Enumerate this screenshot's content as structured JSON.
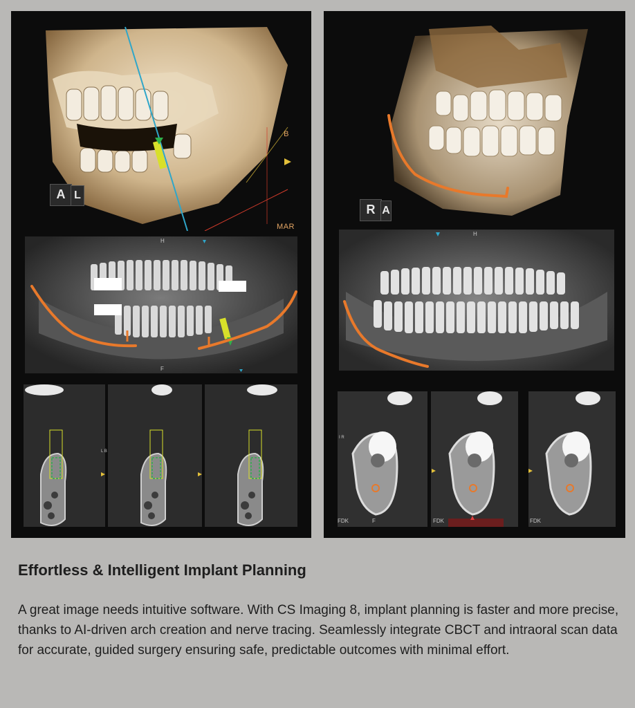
{
  "left_panel": {
    "render_3d": {
      "axis_label": "B",
      "cube_front": "A",
      "cube_side": "L",
      "mode_label": "MAR"
    },
    "panoramic": {
      "top_label": "H",
      "bottom_label": "F"
    },
    "cross_sections": {
      "side_label": "L B"
    }
  },
  "right_panel": {
    "render_3d": {
      "cube_front": "R",
      "cube_side": "A"
    },
    "panoramic": {
      "top_label": "H"
    },
    "cross_sections": {
      "side_label": "I R",
      "slice_labels": [
        "FDK",
        "FDK",
        "FDK"
      ],
      "bottom_label": "F"
    }
  },
  "content": {
    "heading": "Effortless & Intelligent Implant Planning",
    "body": "A great image needs intuitive software. With CS Imaging 8, implant planning is faster and more precise, thanks to AI-driven arch creation and nerve tracing. Seamlessly integrate CBCT and intraoral scan data for accurate, guided surgery ensuring safe, predictable outcomes with minimal effort."
  },
  "colors": {
    "page_background": "#b9b8b6",
    "panel_background": "#0c0c0c",
    "nerve_trace": "#e8792b",
    "implant": "#d8e02a",
    "implant_tip": "#2fb04a",
    "label_accent": "#e3a564"
  }
}
